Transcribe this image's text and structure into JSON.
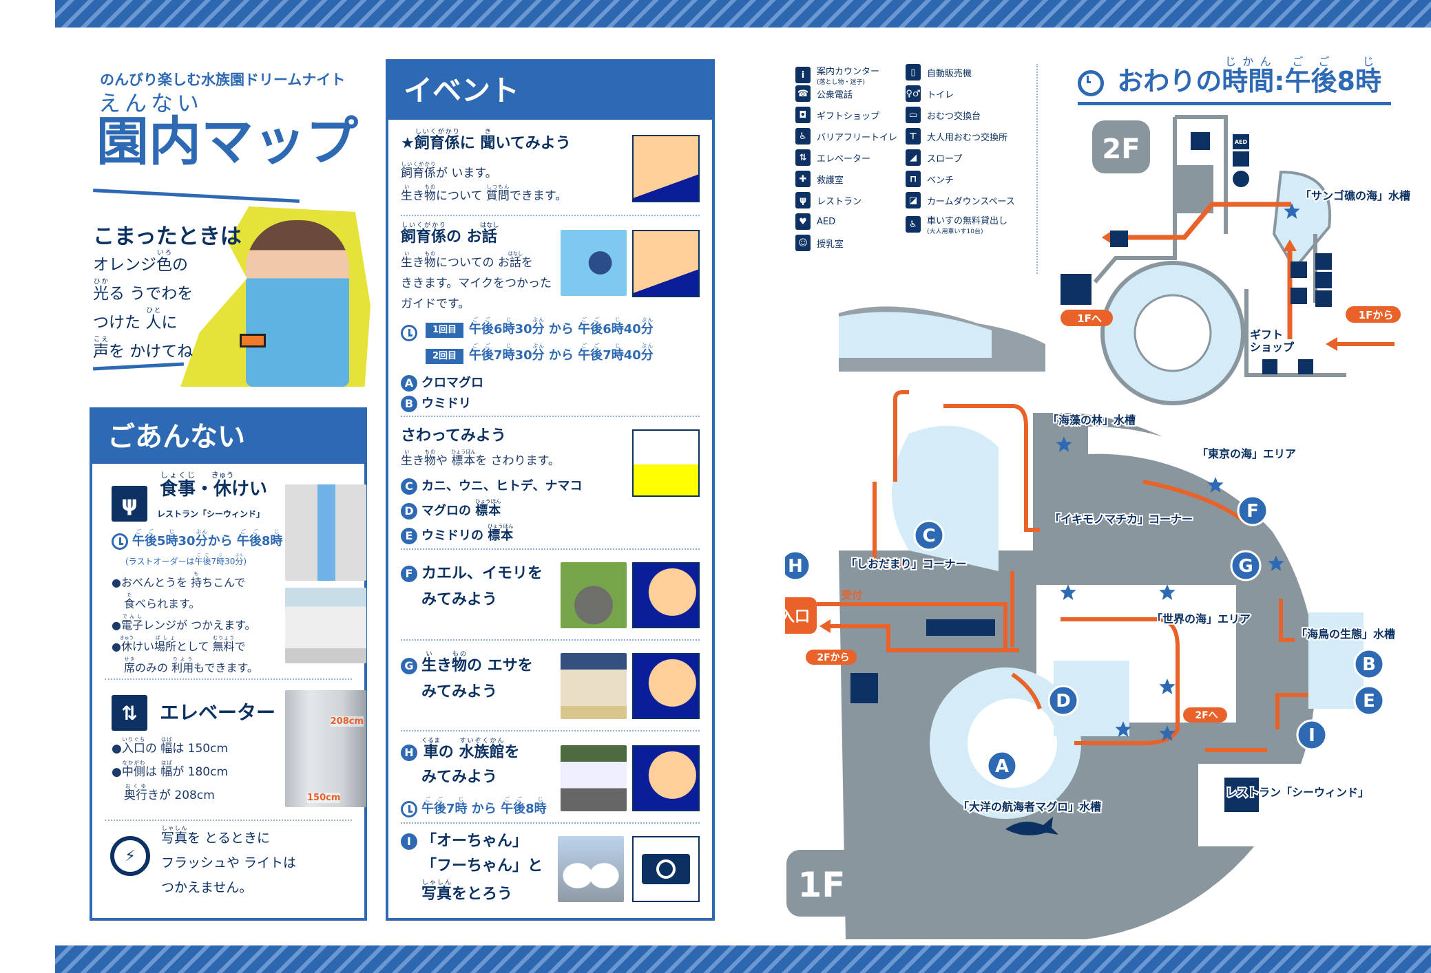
{
  "header": {
    "subtitle": "のんびり楽しむ水族園ドリームナイト",
    "title": [
      [
        "園",
        "えん"
      ],
      [
        "内",
        "ない"
      ],
      "マップ"
    ]
  },
  "help": {
    "heading": "こまったときは",
    "lines": [
      [
        "オレンジ",
        [
          "色",
          "いろ"
        ],
        "の"
      ],
      [
        [
          "光",
          "ひか"
        ],
        "る うでわを"
      ],
      [
        "つけた ",
        [
          "人",
          "ひと"
        ],
        "に"
      ],
      [
        [
          "声",
          "こえ"
        ],
        "を かけてね"
      ]
    ]
  },
  "guide": {
    "header": "ごあんない",
    "food": {
      "title": [
        [
          "食事",
          "しょくじ"
        ],
        "・",
        [
          "休",
          "きゅう"
        ],
        "けい"
      ],
      "subtitle": "レストラン「シーウィンド」",
      "hours": [
        [
          "午後",
          "ごご"
        ],
        "5",
        [
          "時",
          "じ"
        ],
        "30",
        [
          "分",
          "ぶん"
        ],
        "から ",
        [
          "午後",
          "ごご"
        ],
        "8",
        [
          "時",
          "じ"
        ]
      ],
      "last_order": [
        "(ラストオーダーは",
        [
          "午後",
          "ごご"
        ],
        "7",
        [
          "時",
          "じ"
        ],
        "30",
        [
          "分",
          "ぶん"
        ],
        ")"
      ],
      "bullets": [
        [
          "●おべんとうを ",
          [
            "持",
            "も"
          ],
          "ちこんで"
        ],
        [
          [
            "食",
            "た"
          ],
          "べられます。"
        ],
        [
          "●",
          [
            "電子",
            "でんし"
          ],
          "レンジが つかえます。"
        ],
        [
          "●",
          [
            "休",
            "きゅう"
          ],
          "けい",
          [
            "場所",
            "ばしょ"
          ],
          "として ",
          [
            "無料",
            "むりょう"
          ],
          "で"
        ],
        [
          [
            "席",
            "せき"
          ],
          "のみの ",
          [
            "利用",
            "りよう"
          ],
          "もできます。"
        ]
      ]
    },
    "elevator": {
      "title": "エレベーター",
      "bullets": [
        [
          "●",
          [
            "入口",
            "いりぐち"
          ],
          "の ",
          [
            "幅",
            "はば"
          ],
          "は 150cm"
        ],
        [
          "●",
          [
            "中側",
            "なかがわ"
          ],
          "は ",
          [
            "幅",
            "はば"
          ],
          "が 180cm"
        ],
        [
          [
            "奥行",
            "おくゆ"
          ],
          "きが 208cm"
        ]
      ],
      "photo_depth": "208cm",
      "photo_width": "150cm"
    },
    "photo_rule": [
      [
        [
          "写真",
          "しゃしん"
        ],
        "を とるときに"
      ],
      [
        "フラッシュや ライトは"
      ],
      [
        "つかえません。"
      ]
    ]
  },
  "events": {
    "header": "イベント",
    "ask": {
      "title": [
        "★",
        [
          "飼育係",
          "しいくがかり"
        ],
        "に ",
        [
          "聞",
          "き"
        ],
        "いてみよう"
      ],
      "body": [
        [
          [
            "飼育係",
            "しいくがかり"
          ],
          "が います。"
        ],
        [
          [
            "生",
            "い"
          ],
          "き",
          [
            "物",
            "もの"
          ],
          "について ",
          [
            "質問",
            "しつもん"
          ],
          "できます。"
        ]
      ]
    },
    "talk": {
      "title": [
        [
          "飼育係",
          "しいくがかり"
        ],
        "の お",
        [
          "話",
          "はなし"
        ]
      ],
      "body": [
        [
          [
            "生",
            "い"
          ],
          "き",
          [
            "物",
            "もの"
          ],
          "についての お",
          [
            "話",
            "はなし"
          ],
          "を"
        ],
        [
          "ききます。マイクをつかった"
        ],
        [
          "ガイドです。"
        ]
      ],
      "rounds": [
        {
          "label": "1回目",
          "time": [
            [
              "午後",
              "ごご"
            ],
            "6",
            [
              "時",
              "じ"
            ],
            "30",
            [
              "分",
              "ぶん"
            ],
            " から ",
            [
              "午後",
              "ごご"
            ],
            "6",
            [
              "時",
              "じ"
            ],
            "40",
            [
              "分",
              "ぶん"
            ]
          ]
        },
        {
          "label": "2回目",
          "time": [
            [
              "午後",
              "ごご"
            ],
            "7",
            [
              "時",
              "じ"
            ],
            "30",
            [
              "分",
              "ぶん"
            ],
            " から ",
            [
              "午後",
              "ごご"
            ],
            "7",
            [
              "時",
              "じ"
            ],
            "40",
            [
              "分",
              "ぶん"
            ]
          ]
        }
      ],
      "spots": [
        {
          "letter": "A",
          "label": "クロマグロ"
        },
        {
          "letter": "B",
          "label": "ウミドリ"
        }
      ]
    },
    "touch": {
      "title": "さわってみよう",
      "body": [
        [
          "生",
          "い"
        ],
        "き",
        [
          "物",
          "もの"
        ],
        "や ",
        [
          "標本",
          "ひょうほん"
        ],
        "を さわります。"
      ],
      "spots": [
        {
          "letter": "C",
          "label": [
            "カニ、ウニ、ヒトデ、ナマコ"
          ]
        },
        {
          "letter": "D",
          "label": [
            "マグロの ",
            [
              "標本",
              "ひょうほん"
            ]
          ]
        },
        {
          "letter": "E",
          "label": [
            "ウミドリの ",
            [
              "標本",
              "ひょうほん"
            ]
          ]
        }
      ]
    },
    "frog": {
      "letter": "F",
      "lines": [
        [
          "カエル、イモリを"
        ],
        [
          "みてみよう"
        ]
      ]
    },
    "feed": {
      "letter": "G",
      "lines": [
        [
          [
            "生",
            "い"
          ],
          "き",
          [
            "物",
            "もの"
          ],
          "の エサを"
        ],
        [
          "みてみよう"
        ]
      ]
    },
    "truck": {
      "letter": "H",
      "lines": [
        [
          [
            "車",
            "くるま"
          ],
          "の ",
          [
            "水族館",
            "すいぞくかん"
          ],
          "を"
        ],
        [
          "みてみよう"
        ]
      ],
      "time": [
        [
          "午後",
          "ごご"
        ],
        "7",
        [
          "時",
          "じ"
        ],
        " から ",
        [
          "午後",
          "ごご"
        ],
        "8",
        [
          "時",
          "じ"
        ]
      ]
    },
    "penguin": {
      "letter": "I",
      "lines": [
        [
          "「オーちゃん」"
        ],
        [
          "「フーちゃん」と"
        ],
        [
          [
            "写真",
            "しゃしん"
          ],
          "をとろう"
        ]
      ]
    }
  },
  "legend": {
    "items": [
      {
        "icon": "info-icon",
        "glyph": "i",
        "label": "案内カウンター",
        "note": "(落とし物・迷子)"
      },
      {
        "icon": "phone-icon",
        "glyph": "☎",
        "label": "公衆電話"
      },
      {
        "icon": "gift-shop-icon",
        "glyph": "◘",
        "label": "ギフトショップ"
      },
      {
        "icon": "accessible-toilet-icon",
        "glyph": "♿",
        "label": "バリアフリートイレ"
      },
      {
        "icon": "elevator-icon",
        "glyph": "⇅",
        "label": "エレベーター"
      },
      {
        "icon": "first-aid-icon",
        "glyph": "✚",
        "label": "救護室"
      },
      {
        "icon": "restaurant-icon",
        "glyph": "ψ",
        "label": "レストラン"
      },
      {
        "icon": "aed-icon",
        "glyph": "♥",
        "label": "AED"
      },
      {
        "icon": "nursing-room-icon",
        "glyph": "☺",
        "label": "授乳室"
      },
      {
        "icon": "vending-machine-icon",
        "glyph": "▯",
        "label": "自動販売機"
      },
      {
        "icon": "toilet-icon",
        "glyph": "♀♂",
        "label": "トイレ"
      },
      {
        "icon": "diaper-change-icon",
        "glyph": "▭",
        "label": "おむつ交換台"
      },
      {
        "icon": "adult-diaper-change-icon",
        "glyph": "⊤",
        "label": "大人用おむつ交換所"
      },
      {
        "icon": "slope-icon",
        "glyph": "◢",
        "label": "スロープ"
      },
      {
        "icon": "bench-icon",
        "glyph": "⊓",
        "label": "ベンチ"
      },
      {
        "icon": "calm-down-space-icon",
        "glyph": "◪",
        "label": "カームダウンスペース"
      },
      {
        "icon": "wheelchair-rental-icon",
        "glyph": "♿",
        "label": "車いすの無料貸出し",
        "note": "(大人用車いす10台)"
      }
    ]
  },
  "closing": [
    "おわりの",
    [
      "時間",
      "じかん"
    ],
    ":",
    [
      "午後",
      "ごご"
    ],
    "8",
    [
      "時",
      "じ"
    ]
  ],
  "map": {
    "floor2": "2F",
    "floor1": "1F",
    "labels": {
      "coral": "「サンゴ礁の海」水槽",
      "gift": "ギフト",
      "gift2": "ショップ",
      "to1f": "1Fへ",
      "from1f": "1Fから",
      "kelp": "「海藻の林」水槽",
      "tokyo": "「東京の海」エリア",
      "ikimono": "「イキモノマチカ」コーナー",
      "tidepool": "「しおだまり」コーナー",
      "world": "「世界の海」エリア",
      "seabird": "「海鳥の生態」水槽",
      "tuna": "「大洋の航海者マグロ」水槽",
      "restaurant": "レストラン「シーウィンド」",
      "entrance": "出入口",
      "reception": "受付",
      "from2f": "2Fから",
      "to2f": "2Fへ",
      "aed": "AED"
    },
    "markers": [
      "A",
      "B",
      "C",
      "D",
      "E",
      "F",
      "G",
      "H",
      "I"
    ]
  },
  "colors": {
    "blue": "#2e6ab3",
    "navy": "#0b3162",
    "orange": "#e8622a",
    "gray": "#8a969e",
    "water": "#d4ebf8",
    "yellow": "#e5e33a"
  }
}
